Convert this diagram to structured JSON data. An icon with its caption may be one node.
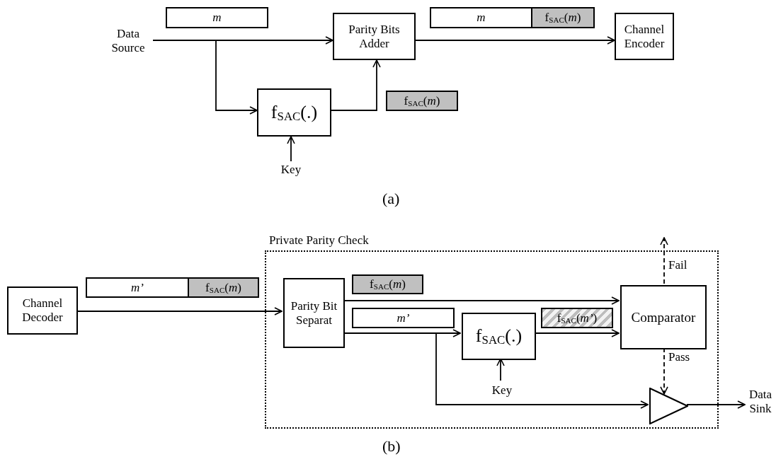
{
  "diagram": {
    "nodes": [
      {
        "text": [
          "Data Source"
        ]
      },
      {
        "text": [
          "m"
        ]
      },
      {
        "text": [
          "Parity Bits Adder"
        ]
      },
      {
        "text": [
          "m"
        ]
      },
      {
        "text": [
          "f$_{SAC}$(*m*)"
        ]
      },
      {
        "text": [
          "Channel Encoder"
        ]
      },
      {
        "text": [
          "f$_{SAC}$(.)"
        ]
      },
      {
        "text": [
          "f$_{SAC}$(*m*)"
        ]
      },
      {
        "text": [
          "Key"
        ]
      },
      {
        "text": [
          "Private Parity Check"
        ]
      },
      {
        "text": [
          "Channel Decoder"
        ]
      },
      {
        "text": [
          "m’"
        ]
      },
      {
        "text": [
          "f$_{SAC}$(*m*)"
        ]
      },
      {
        "text": [
          "Parity Bit Separat"
        ],
        "in": 9
      },
      {
        "text": [
          "f$_{SAC}$(*m*)"
        ],
        "in": 9
      },
      {
        "text": [
          "m’"
        ],
        "in": 9
      },
      {
        "text": [
          "f$_{SAC}$(.)"
        ],
        "in": 9
      },
      {
        "text": [
          "f$_{SAC}$(*m’*)"
        ],
        "in": 9
      },
      {
        "text": [
          "Comparator"
        ],
        "in": 9
      },
      {
        "text": [
          "Key"
        ],
        "in": 9
      },
      {
        "text": [],
        "shape": "triangle",
        "in": 9
      },
      {
        "text": [
          "Data Sink"
        ]
      }
    ],
    "edges": [
      {
        "from": 0,
        "to": 2,
        "arrow": "to"
      },
      {
        "from": 0,
        "to": 6,
        "arrow": "to"
      },
      {
        "from": 6,
        "to": 2,
        "arrow": "to"
      },
      {
        "from": 8,
        "to": 6,
        "arrow": "to"
      },
      {
        "from": 2,
        "to": 5,
        "arrow": "to"
      },
      {
        "from": 10,
        "to": 13,
        "arrow": "to"
      },
      {
        "from": 13,
        "to": 18,
        "arrow": "to"
      },
      {
        "from": 13,
        "to": 16,
        "arrow": "to"
      },
      {
        "from": 16,
        "to": 18,
        "arrow": "to"
      },
      {
        "from": 13,
        "to": 20,
        "arrow": "to"
      },
      {
        "from": 19,
        "to": 16,
        "arrow": "to"
      },
      {
        "from": 18,
        "to": null,
        "arrow": "to",
        "label": "Fail",
        "style": "dashed"
      },
      {
        "from": 18,
        "to": 20,
        "arrow": "to",
        "label": "Pass",
        "style": "dashed"
      },
      {
        "from": 20,
        "to": 21,
        "arrow": "to"
      }
    ],
    "labels": [
      "(a)",
      "(b)"
    ]
  }
}
